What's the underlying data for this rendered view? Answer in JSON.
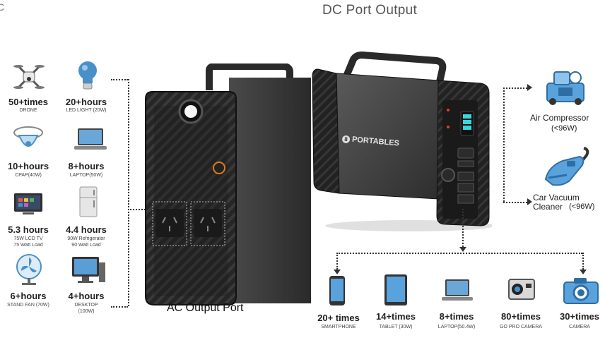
{
  "headings": {
    "dc_title": "DC Port Output",
    "left_fragment": "C",
    "ac_label": "AC Output Port"
  },
  "ac_devices": [
    {
      "icon": "drone-icon",
      "big": "50+times",
      "small1": "DRONE",
      "small2": ""
    },
    {
      "icon": "led-bulb-icon",
      "big": "20+hours",
      "small1": "LED LIGHT (20W)",
      "small2": ""
    },
    {
      "icon": "cpap-mask-icon",
      "big": "10+hours",
      "small1": "CPAP(40W)",
      "small2": ""
    },
    {
      "icon": "laptop-icon",
      "big": "8+hours",
      "small1": "LAPTOP(50W)",
      "small2": ""
    },
    {
      "icon": "tv-icon",
      "big": "5.3 hours",
      "small1": "75W LCD TV",
      "small2": "75 Watt Load"
    },
    {
      "icon": "refrigerator-icon",
      "big": "4.4 hours",
      "small1": "90W Refrigerator",
      "small2": "90 Watt Load"
    },
    {
      "icon": "stand-fan-icon",
      "big": "6+hours",
      "small1": "STAND FAN (70W)",
      "small2": ""
    },
    {
      "icon": "desktop-icon",
      "big": "4+hours",
      "small1": "DESKTOP",
      "small2": "(100W)"
    }
  ],
  "dc_side": [
    {
      "icon": "air-compressor-icon",
      "big": "Air Compressor",
      "small": "(<96W)"
    },
    {
      "icon": "car-vacuum-icon",
      "big": "Car Vacuum Cleaner",
      "small": "(<96W)"
    }
  ],
  "usb_devices": [
    {
      "icon": "smartphone-icon",
      "big": "20+ times",
      "small": "SMARTPHONE"
    },
    {
      "icon": "tablet-icon",
      "big": "14+times",
      "small": "TABLET (30W)"
    },
    {
      "icon": "laptop-icon",
      "big": "8+times",
      "small": "LAPTOP(50.4W)"
    },
    {
      "icon": "gopro-camera-icon",
      "big": "80+times",
      "small": "GO PRO CAMERA"
    },
    {
      "icon": "camera-icon",
      "big": "30+times",
      "small": "CAMERA"
    }
  ],
  "product": {
    "brand": "PORTABLES",
    "brand_mark": "8"
  },
  "colors": {
    "device_body": "#3a3a3a",
    "device_dark": "#1c1c1c",
    "accent_blue": "#4a90c8",
    "screen_cyan": "#38d6e0"
  }
}
